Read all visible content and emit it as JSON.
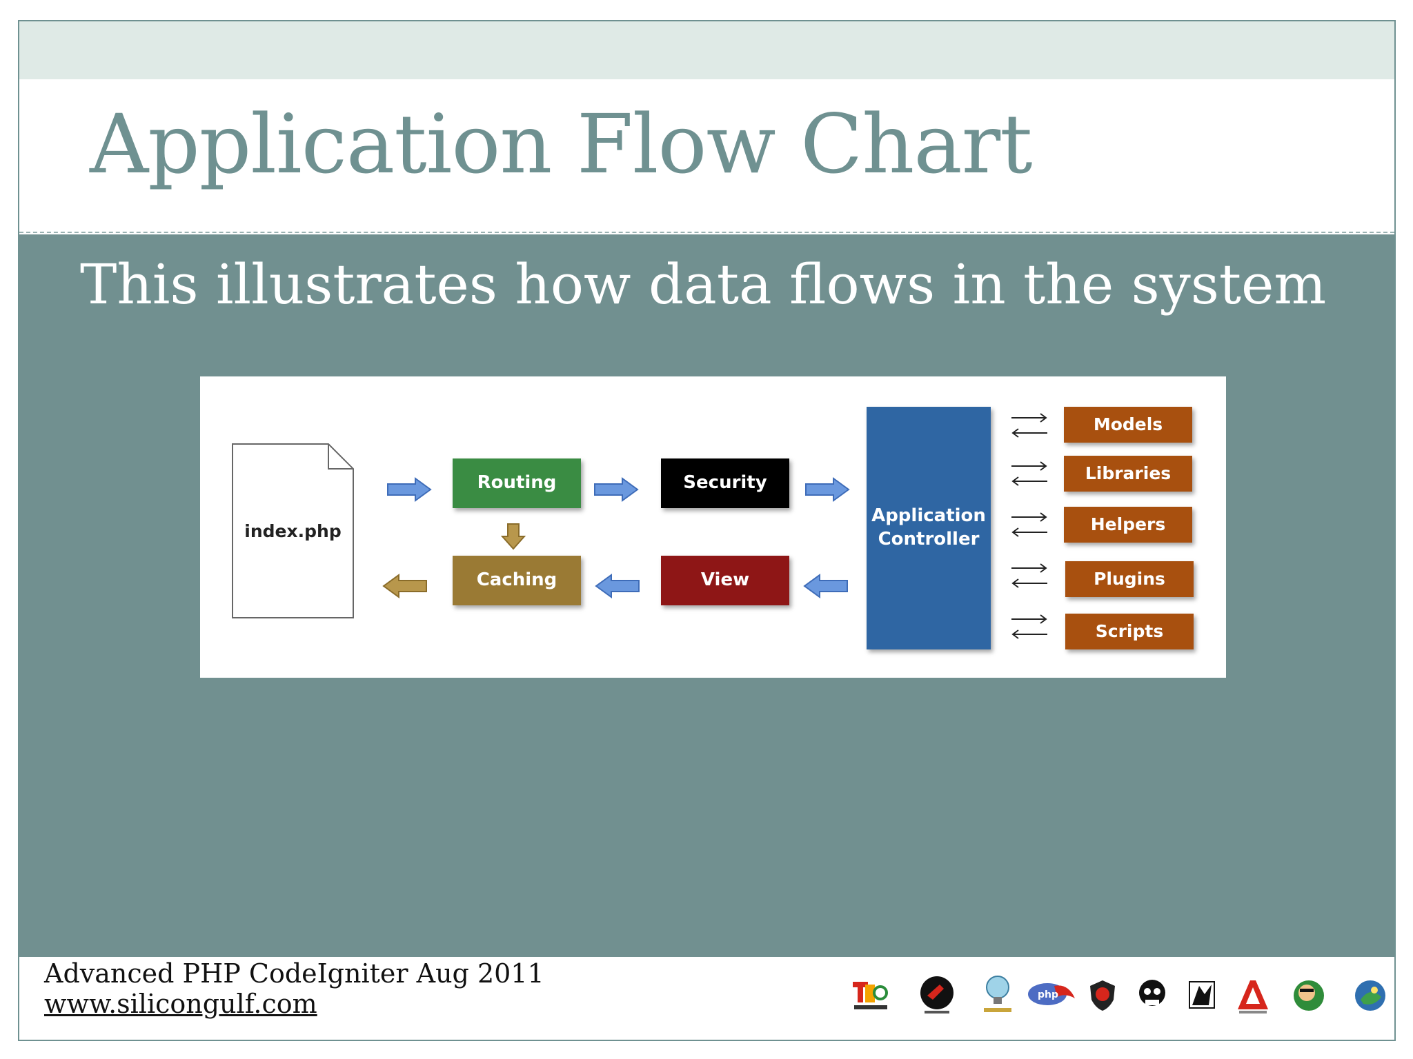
{
  "slide": {
    "title": "Application Flow Chart",
    "subtitle": "This illustrates how data flows in the system"
  },
  "diagram": {
    "file_label": "index.php",
    "flow_boxes": {
      "routing": "Routing",
      "security": "Security",
      "caching": "Caching",
      "view": "View"
    },
    "controller_label": "Application Controller",
    "resources": [
      "Models",
      "Libraries",
      "Helpers",
      "Plugins",
      "Scripts"
    ],
    "colors": {
      "routing": "#3a8c43",
      "security": "#000000",
      "caching": "#9a7a34",
      "view": "#8e1616",
      "controller": "#2f66a3",
      "resource": "#a8500f",
      "arrow_blue": "#5f8fd8",
      "arrow_brown": "#a88a46"
    }
  },
  "footer": {
    "line1": "Advanced PHP CodeIgniter Aug 2011",
    "line2": "www.silicongulf.com",
    "logos": [
      "davao-ict-logo",
      "speaker-logo",
      "bulb-logo",
      "php-logo",
      "shield-logo",
      "skull-logo",
      "ninja-logo",
      "adobe-logo",
      "avatar-logo",
      "globe-logo"
    ]
  }
}
